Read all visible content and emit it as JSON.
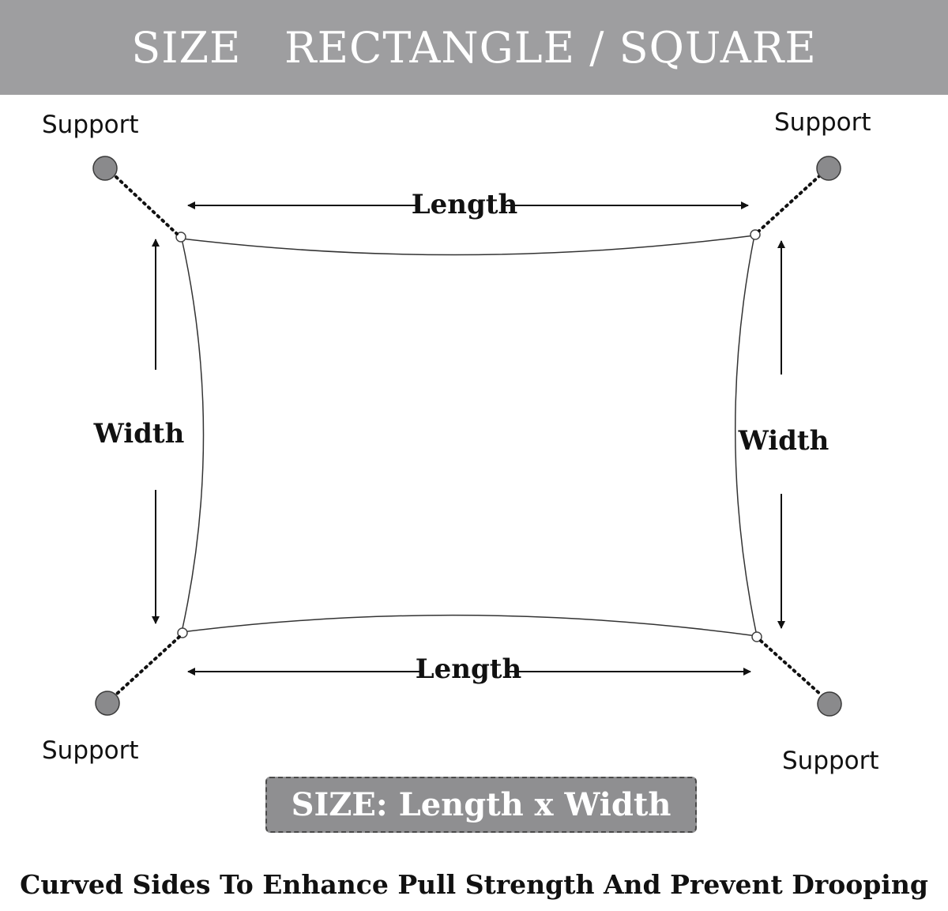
{
  "header": {
    "title": "SIZE   RECTANGLE / SQUARE"
  },
  "supports": {
    "top_left": "Support",
    "top_right": "Support",
    "bottom_left": "Support",
    "bottom_right": "Support"
  },
  "dimensions": {
    "length_top": "Length",
    "length_bottom": "Length",
    "width_left": "Width",
    "width_right": "Width"
  },
  "size_box": {
    "label": "SIZE: Length x Width"
  },
  "caption": "Curved Sides To Enhance Pull Strength And Prevent Drooping",
  "colors": {
    "header_bg": "#9e9ea0",
    "support_dot": "#8a8a8c",
    "size_box_bg": "#8f8f91",
    "text": "#111111"
  }
}
